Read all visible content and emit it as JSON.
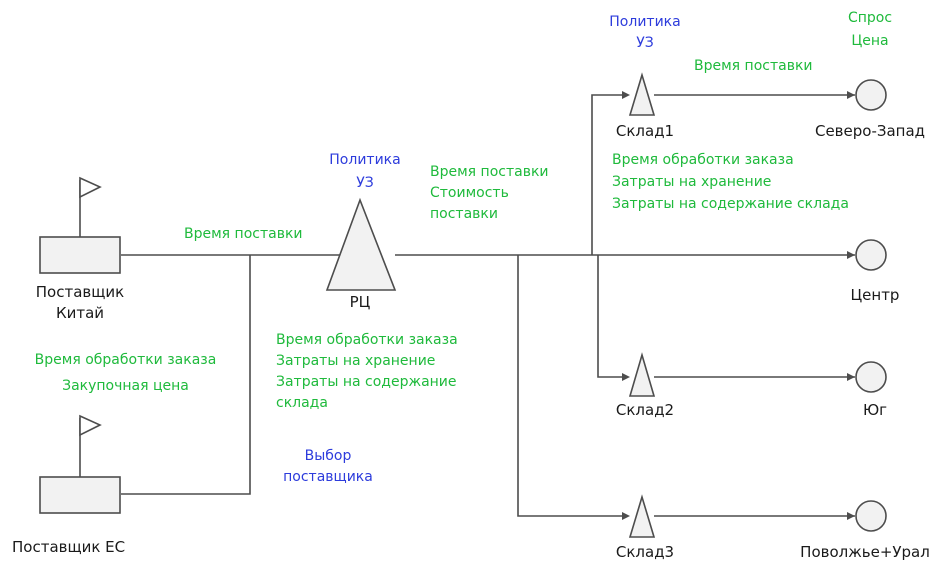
{
  "nodes": {
    "supplier_china": [
      "Поставщик",
      "Китай"
    ],
    "supplier_eu": "Поставщик ЕС",
    "dc": "РЦ",
    "warehouse1": "Склад1",
    "warehouse2": "Склад2",
    "warehouse3": "Склад3",
    "region_northwest": "Северо-Запад",
    "region_center": "Центр",
    "region_south": "Юг",
    "region_volga_ural": "Поволжье+Урал"
  },
  "annotations": {
    "supplier_params": [
      "Время обработки заказа",
      "Закупочная цена"
    ],
    "china_to_dc": "Время поставки",
    "dc_policy": [
      "Политика",
      "УЗ"
    ],
    "dc_params": [
      "Время обработки заказа",
      "Затраты на хранение",
      "Затраты на содержание",
      "склада"
    ],
    "supplier_choice": [
      "Выбор",
      "поставщика"
    ],
    "dc_to_warehouses": [
      "Время поставки",
      "Стоимость",
      "поставки"
    ],
    "wh1_policy": [
      "Политика",
      "УЗ"
    ],
    "wh1_to_region": "Время поставки",
    "region_params": [
      "Спрос",
      "Цена"
    ],
    "wh_params": [
      "Время обработки заказа",
      "Затраты на хранение",
      "Затраты на содержание склада"
    ]
  },
  "colors": {
    "line": "#4d4d4d",
    "shape_fill": "#f2f2f2",
    "text_green": "#1fba3c",
    "text_blue": "#2d3cdc",
    "text_dark": "#1a1a1a"
  }
}
